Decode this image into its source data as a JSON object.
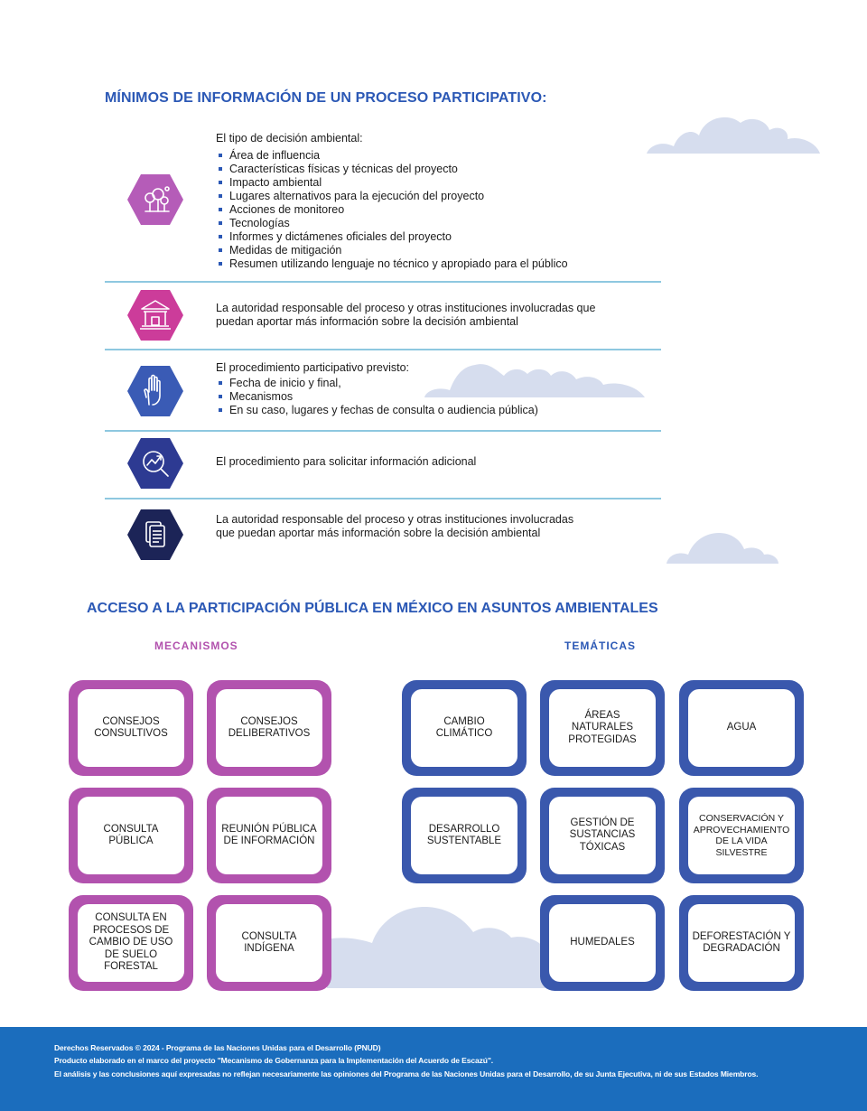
{
  "section1": {
    "title": "MÍNIMOS DE INFORMACIÓN DE UN PROCESO PARTICIPATIVO:",
    "rows": [
      {
        "icon": "trees-icon",
        "intro": "El tipo de decisión ambiental:",
        "bullets": [
          "Área de influencia",
          "Características físicas y técnicas del proyecto",
          "Impacto ambiental",
          "Lugares alternativos para la ejecución del proyecto",
          "Acciones de monitoreo",
          "Tecnologías",
          "Informes y dictámenes oficiales del proyecto",
          "Medidas de mitigación",
          "Resumen utilizando lenguaje no técnico y apropiado para el público"
        ]
      },
      {
        "icon": "institution-building-icon",
        "text": "La autoridad responsable del proceso y otras instituciones involucradas que puedan aportar más información sobre la decisión ambiental"
      },
      {
        "icon": "raised-hand-icon",
        "intro": "El procedimiento participativo previsto:",
        "bullets": [
          "Fecha de inicio y final,",
          "Mecanismos",
          "En su caso, lugares y fechas de consulta o audiencia pública)"
        ]
      },
      {
        "icon": "magnifier-chart-icon",
        "text": "El procedimiento para solicitar información adicional"
      },
      {
        "icon": "documents-icon",
        "text": "La autoridad responsable del proceso y otras instituciones involucradas que puedan aportar más información sobre la decisión ambiental"
      }
    ]
  },
  "section2": {
    "title": "ACCESO A LA PARTICIPACIÓN PÚBLICA EN MÉXICO EN ASUNTOS AMBIENTALES",
    "mecanismos_label": "MECANISMOS",
    "tematicas_label": "TEMÁTICAS",
    "mecanismos": [
      "CONSEJOS CONSULTIVOS",
      "CONSEJOS DELIBERATIVOS",
      "CONSULTA PÚBLICA",
      "REUNIÓN PÚBLICA DE INFORMACIÓN",
      "CONSULTA EN PROCESOS DE CAMBIO DE USO DE SUELO FORESTAL",
      "CONSULTA INDÍGENA"
    ],
    "tematicas": [
      "CAMBIO CLIMÁTICO",
      "ÁREAS NATURALES PROTEGIDAS",
      "AGUA",
      "DESARROLLO SUSTENTABLE",
      "GESTIÓN DE SUSTANCIAS TÓXICAS",
      "CONSERVACIÓN Y APROVECHAMIENTO DE LA VIDA SILVESTRE",
      "HUMEDALES",
      "DEFORESTACIÓN Y DEGRADACIÓN"
    ]
  },
  "footer": {
    "line1": "Derechos Reservados © 2024 - Programa de las Naciones Unidas para el Desarrollo (PNUD)",
    "line2": "Producto elaborado en el marco del proyecto \"Mecanismo de Gobernanza para la Implementación del Acuerdo de Escazú\".",
    "line3": "El análisis y las conclusiones aquí expresadas no reflejan necesariamente las opiniones del Programa de las Naciones Unidas para el Desarrollo, de su Junta Ejecutiva, ni de sus Estados Miembros."
  },
  "colors": {
    "accent_blue": "#2b58b5",
    "mechanism_purple": "#b252ae",
    "theme_blue": "#3a58ad",
    "cloud": "#d6ddee",
    "footer_bg": "#1b6dbd",
    "hex_1": "#b55cb8",
    "hex_2": "#cc3c9a",
    "hex_3": "#3a5bb5",
    "hex_4": "#2d3a92",
    "hex_5": "#1c2457"
  }
}
